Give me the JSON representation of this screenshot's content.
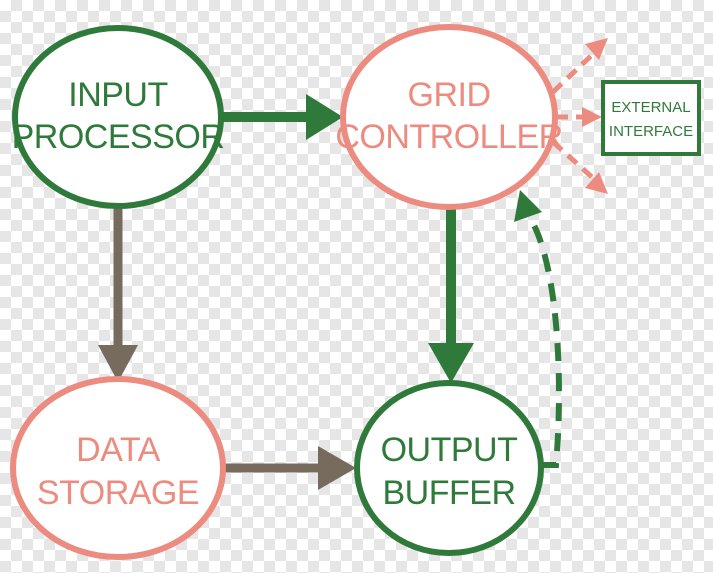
{
  "colors": {
    "green": "#2f7a3b",
    "salmon": "#ec8b7f",
    "brown": "#776b5d"
  },
  "nodes": {
    "input_processor": {
      "line1": "INPUT",
      "line2": "PROCESSOR"
    },
    "grid_controller": {
      "line1": "GRID",
      "line2": "CONTROLLER"
    },
    "data_storage": {
      "line1": "DATA",
      "line2": "STORAGE"
    },
    "output_buffer": {
      "line1": "OUTPUT",
      "line2": "BUFFER"
    }
  },
  "external_interface": {
    "line1": "EXTERNAL",
    "line2": "INTERFACE"
  }
}
